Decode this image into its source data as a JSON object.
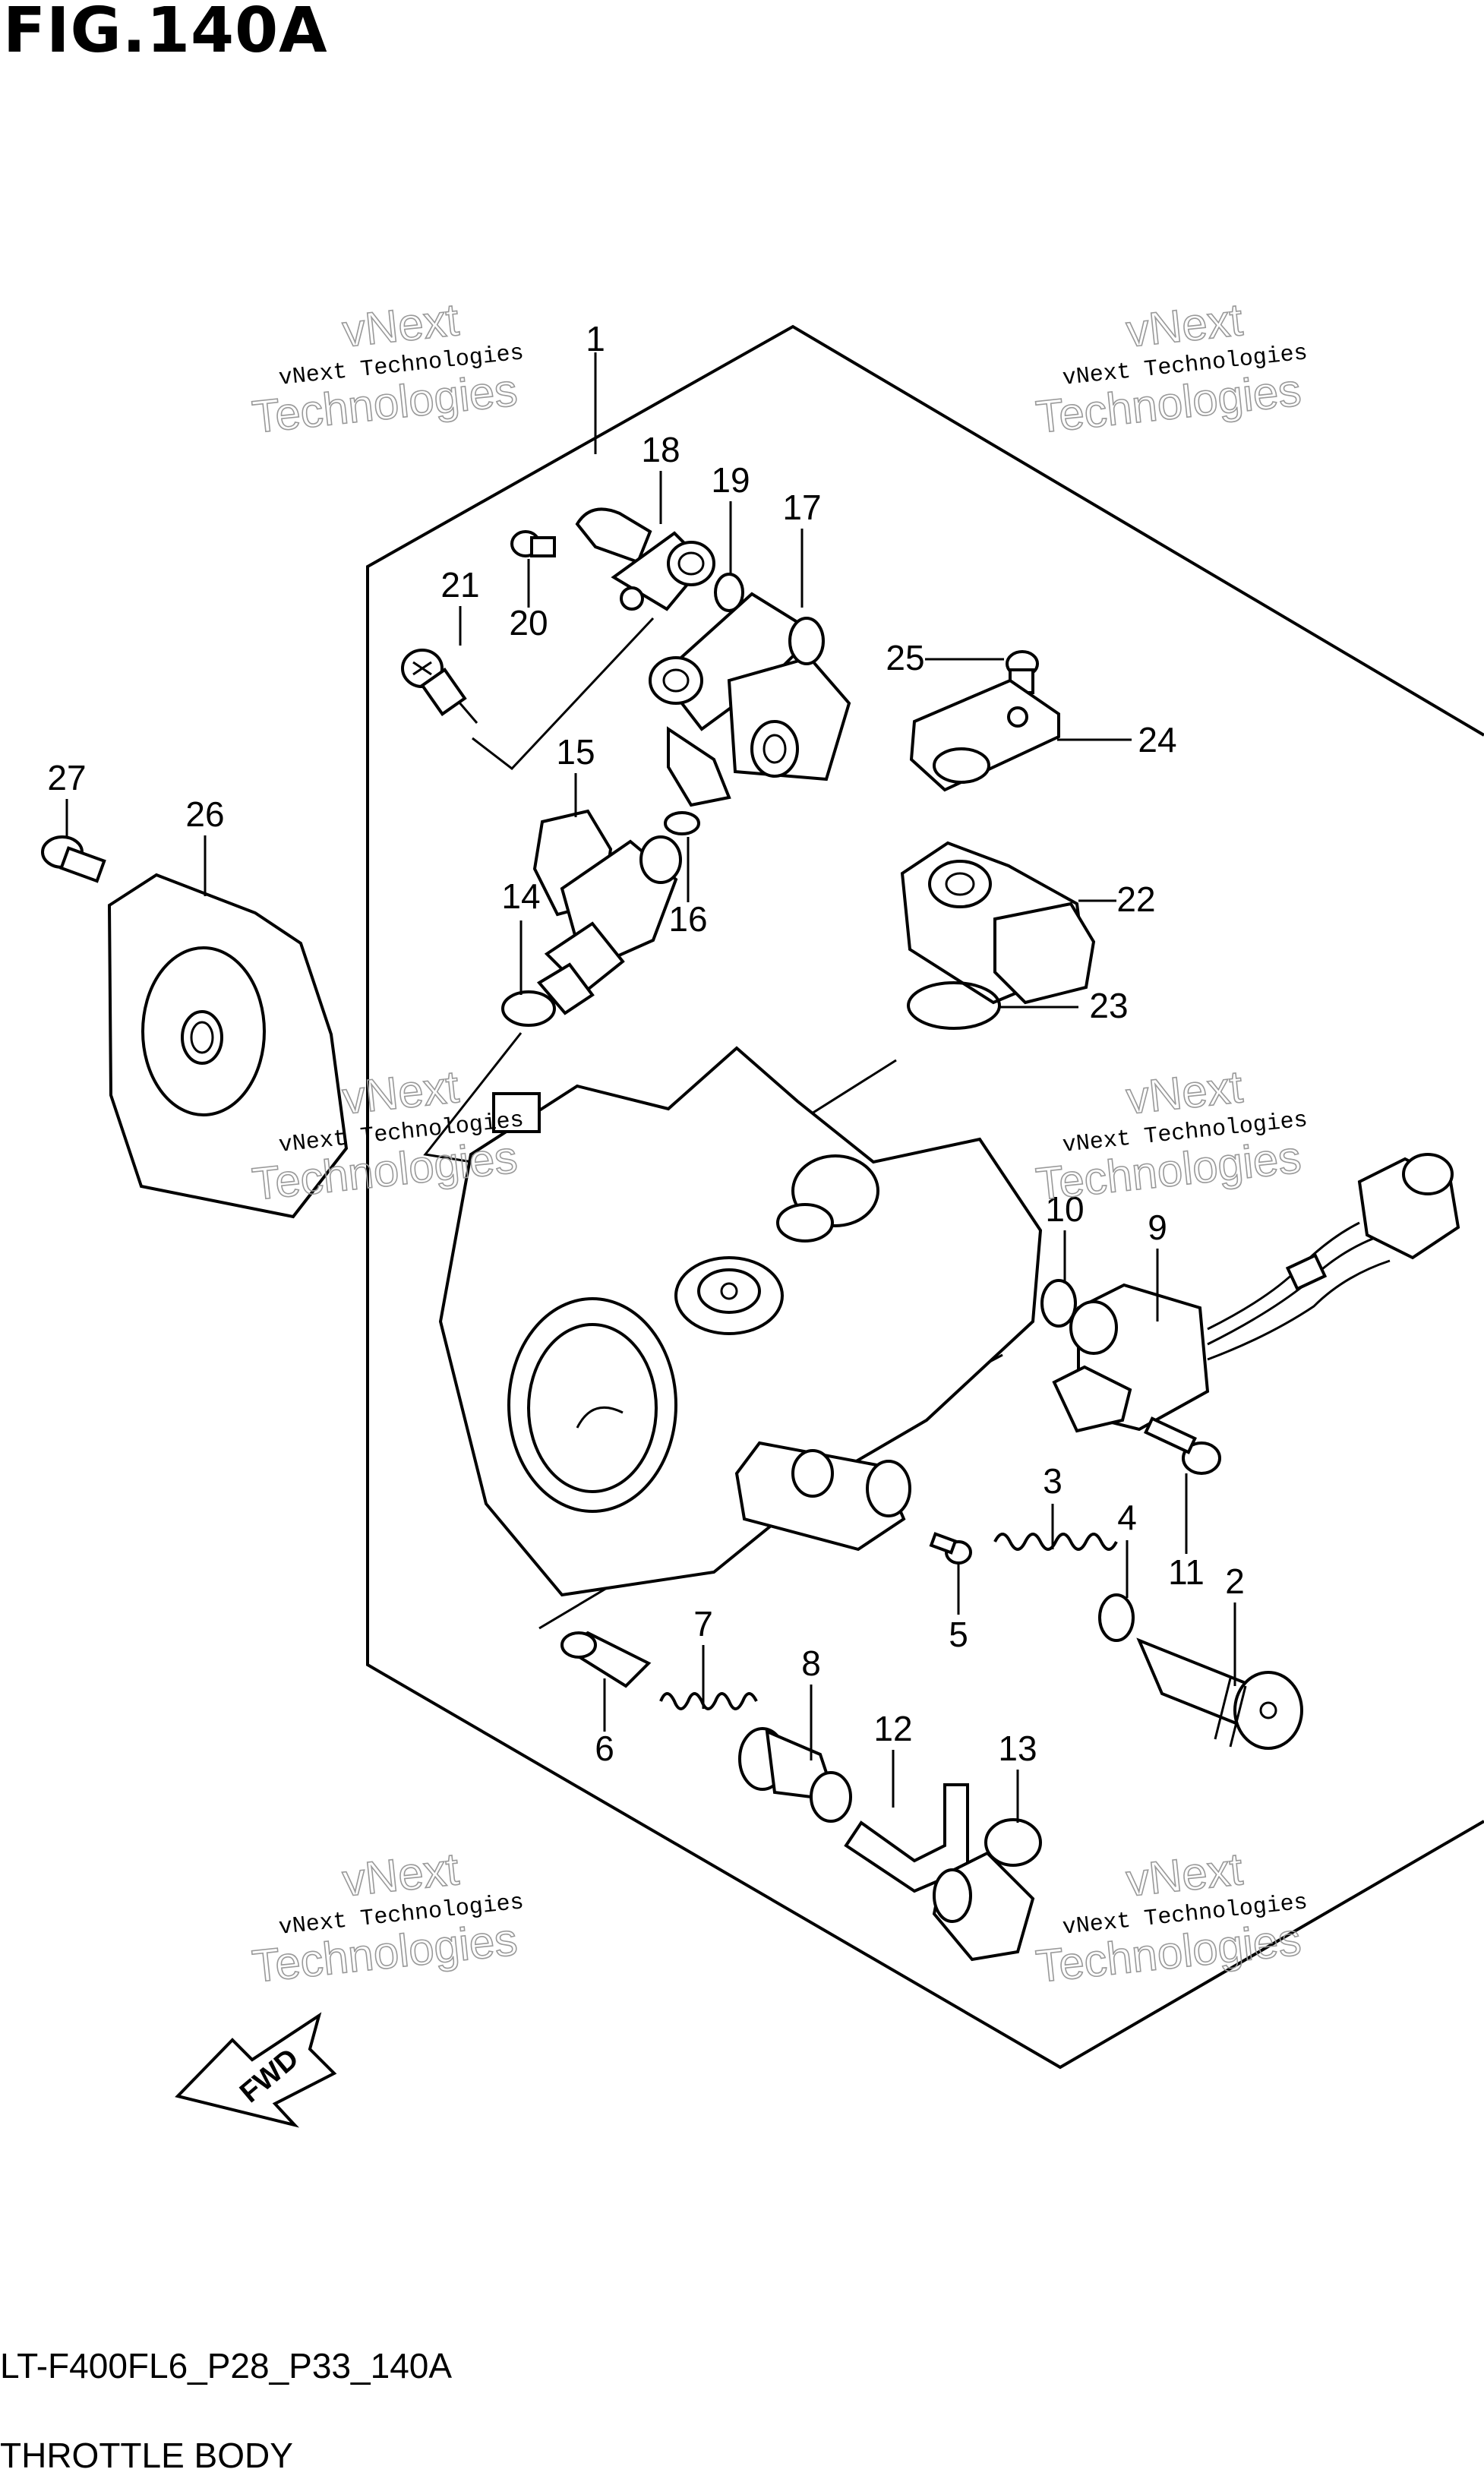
{
  "figure": {
    "title": "FIG.140A",
    "code": "LT-F400FL6_P28_P33_140A",
    "caption": "THROTTLE BODY",
    "fwd_label": "FWD"
  },
  "watermark": {
    "line1": "vNext Technologies",
    "line2": "vNext",
    "line3": "Technologies"
  },
  "callouts": [
    "1",
    "2",
    "3",
    "4",
    "5",
    "6",
    "7",
    "8",
    "9",
    "10",
    "11",
    "12",
    "13",
    "14",
    "15",
    "16",
    "17",
    "18",
    "19",
    "20",
    "21",
    "22",
    "23",
    "24",
    "25",
    "26",
    "27"
  ]
}
